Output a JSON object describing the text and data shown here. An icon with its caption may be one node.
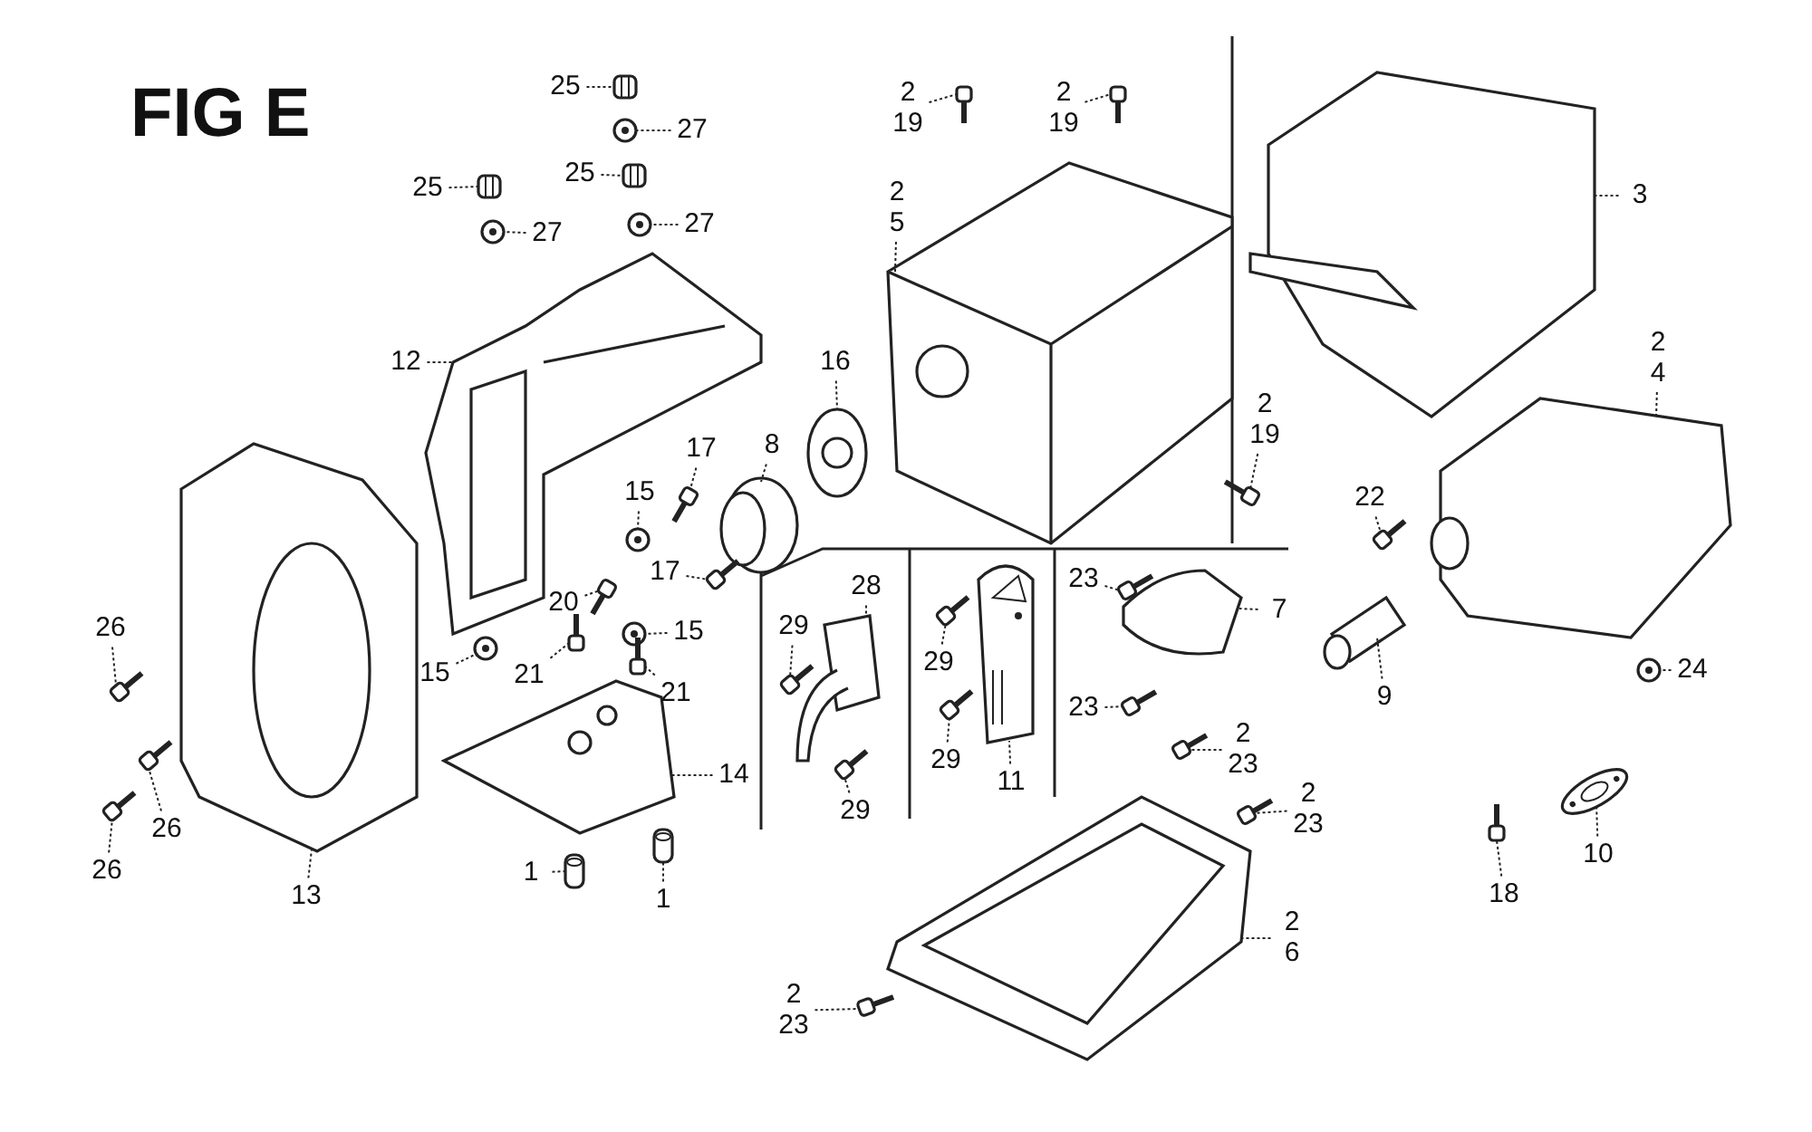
{
  "diagram": {
    "title": "FIG E",
    "nodes": [
      {
        "text": [
          "25"
        ]
      },
      {
        "text": [
          "27"
        ]
      },
      {
        "text": [
          "25"
        ]
      },
      {
        "text": [
          "25"
        ]
      },
      {
        "text": [
          "27"
        ]
      },
      {
        "text": [
          "27"
        ]
      },
      {
        "text": [
          "2 19"
        ]
      },
      {
        "text": [
          "2 19"
        ]
      },
      {
        "text": [
          "2 5"
        ]
      },
      {
        "text": [
          "3"
        ]
      },
      {
        "text": [
          "12"
        ]
      },
      {
        "text": [
          "16"
        ]
      },
      {
        "text": [
          "8"
        ]
      },
      {
        "text": [
          "2 19"
        ]
      },
      {
        "text": [
          "2 4"
        ]
      },
      {
        "text": [
          "17"
        ]
      },
      {
        "text": [
          "15"
        ]
      },
      {
        "text": [
          "17"
        ]
      },
      {
        "text": [
          "22"
        ]
      },
      {
        "text": [
          "20"
        ]
      },
      {
        "text": [
          "15"
        ]
      },
      {
        "text": [
          "23"
        ]
      },
      {
        "text": [
          "7"
        ]
      },
      {
        "text": [
          "29"
        ]
      },
      {
        "text": [
          "28"
        ]
      },
      {
        "text": [
          "29"
        ]
      },
      {
        "text": [
          "26"
        ]
      },
      {
        "text": [
          "15"
        ]
      },
      {
        "text": [
          "21"
        ]
      },
      {
        "text": [
          "21"
        ]
      },
      {
        "text": [
          "9"
        ]
      },
      {
        "text": [
          "23"
        ]
      },
      {
        "text": [
          "24"
        ]
      },
      {
        "text": [
          "29"
        ]
      },
      {
        "text": [
          "14"
        ]
      },
      {
        "text": [
          "29"
        ]
      },
      {
        "text": [
          "11"
        ]
      },
      {
        "text": [
          "26"
        ]
      },
      {
        "text": [
          "26"
        ]
      },
      {
        "text": [
          "1"
        ]
      },
      {
        "text": [
          "13"
        ]
      },
      {
        "text": [
          "1"
        ]
      },
      {
        "text": [
          "2 23"
        ]
      },
      {
        "text": [
          "2 23"
        ]
      },
      {
        "text": [
          "18"
        ]
      },
      {
        "text": [
          "10"
        ]
      },
      {
        "text": [
          "2 6"
        ]
      },
      {
        "text": [
          "2 23"
        ]
      },
      {
        "text": [],
        "shape": "picture"
      },
      {
        "text": [],
        "shape": "picture"
      },
      {
        "text": [],
        "shape": "picture"
      },
      {
        "text": [],
        "shape": "picture"
      },
      {
        "text": [],
        "shape": "picture"
      },
      {
        "text": [],
        "shape": "picture"
      },
      {
        "text": [],
        "shape": "picture"
      },
      {
        "text": [],
        "shape": "picture"
      },
      {
        "text": [],
        "shape": "picture"
      },
      {
        "text": [],
        "shape": "picture"
      },
      {
        "text": [],
        "shape": "picture"
      },
      {
        "text": [],
        "shape": "picture"
      },
      {
        "text": [],
        "shape": "picture"
      },
      {
        "text": [],
        "shape": "picture"
      },
      {
        "text": [],
        "shape": "picture"
      },
      {
        "text": [],
        "shape": "picture"
      },
      {
        "text": [],
        "shape": "picture"
      },
      {
        "text": [],
        "shape": "picture"
      },
      {
        "text": [],
        "shape": "picture"
      },
      {
        "text": [],
        "shape": "picture"
      },
      {
        "text": [],
        "shape": "picture"
      },
      {
        "text": [],
        "shape": "picture"
      },
      {
        "text": [],
        "shape": "picture"
      },
      {
        "text": [],
        "shape": "picture"
      },
      {
        "text": [],
        "shape": "picture"
      },
      {
        "text": [],
        "shape": "picture"
      },
      {
        "text": [],
        "shape": "picture"
      },
      {
        "text": [],
        "shape": "picture"
      },
      {
        "text": [],
        "shape": "picture"
      },
      {
        "text": [],
        "shape": "picture"
      },
      {
        "text": [],
        "shape": "picture"
      },
      {
        "text": [],
        "shape": "picture"
      },
      {
        "text": [],
        "shape": "picture"
      },
      {
        "text": [],
        "shape": "picture"
      },
      {
        "text": [],
        "shape": "picture"
      },
      {
        "text": [],
        "shape": "picture"
      },
      {
        "text": [],
        "shape": "picture"
      },
      {
        "text": [],
        "shape": "picture"
      },
      {
        "text": [],
        "shape": "picture"
      },
      {
        "text": [],
        "shape": "picture"
      },
      {
        "text": [],
        "shape": "picture"
      },
      {
        "text": [],
        "shape": "picture"
      },
      {
        "text": [],
        "shape": "picture"
      },
      {
        "text": [],
        "shape": "picture"
      },
      {
        "text": [],
        "shape": "picture"
      },
      {
        "text": [],
        "shape": "picture"
      },
      {
        "text": [],
        "shape": "picture"
      },
      {
        "text": [],
        "shape": "picture"
      }
    ],
    "edges": [
      {
        "from": 0,
        "to": 48,
        "arrow": "none"
      },
      {
        "from": 1,
        "to": 49,
        "arrow": "none"
      },
      {
        "from": 2,
        "to": 50,
        "arrow": "none"
      },
      {
        "from": 3,
        "to": 51,
        "arrow": "none"
      },
      {
        "from": 4,
        "to": 52,
        "arrow": "none"
      },
      {
        "from": 5,
        "to": 53,
        "arrow": "none"
      },
      {
        "from": 6,
        "to": 54,
        "arrow": "none"
      },
      {
        "from": 7,
        "to": 55,
        "arrow": "none"
      },
      {
        "from": 8,
        "to": 56,
        "arrow": "none"
      },
      {
        "from": 9,
        "to": 57,
        "arrow": "none"
      },
      {
        "from": 10,
        "to": 58,
        "arrow": "none"
      },
      {
        "from": 11,
        "to": 59,
        "arrow": "none"
      },
      {
        "from": 12,
        "to": 60,
        "arrow": "none"
      },
      {
        "from": 13,
        "to": 61,
        "arrow": "none"
      },
      {
        "from": 14,
        "to": 62,
        "arrow": "none"
      },
      {
        "from": 15,
        "to": 63,
        "arrow": "none"
      },
      {
        "from": 16,
        "to": 64,
        "arrow": "none"
      },
      {
        "from": 17,
        "to": 65,
        "arrow": "none"
      },
      {
        "from": 18,
        "to": 66,
        "arrow": "none"
      },
      {
        "from": 19,
        "to": 67,
        "arrow": "none"
      },
      {
        "from": 20,
        "to": 68,
        "arrow": "none"
      },
      {
        "from": 21,
        "to": 69,
        "arrow": "none"
      },
      {
        "from": 22,
        "to": 70,
        "arrow": "none"
      },
      {
        "from": 23,
        "to": 71,
        "arrow": "none"
      },
      {
        "from": 24,
        "to": 72,
        "arrow": "none"
      },
      {
        "from": 25,
        "to": 73,
        "arrow": "none"
      },
      {
        "from": 26,
        "to": 74,
        "arrow": "none"
      },
      {
        "from": 27,
        "to": 75,
        "arrow": "none"
      },
      {
        "from": 28,
        "to": 76,
        "arrow": "none"
      },
      {
        "from": 29,
        "to": 77,
        "arrow": "none"
      },
      {
        "from": 30,
        "to": 78,
        "arrow": "none"
      },
      {
        "from": 31,
        "to": 79,
        "arrow": "none"
      },
      {
        "from": 32,
        "to": 80,
        "arrow": "none"
      },
      {
        "from": 33,
        "to": 81,
        "arrow": "none"
      },
      {
        "from": 34,
        "to": 82,
        "arrow": "none"
      },
      {
        "from": 35,
        "to": 83,
        "arrow": "none"
      },
      {
        "from": 36,
        "to": 84,
        "arrow": "none"
      },
      {
        "from": 37,
        "to": 85,
        "arrow": "none"
      },
      {
        "from": 38,
        "to": 86,
        "arrow": "none"
      },
      {
        "from": 39,
        "to": 87,
        "arrow": "none"
      },
      {
        "from": 40,
        "to": 88,
        "arrow": "none"
      },
      {
        "from": 41,
        "to": 89,
        "arrow": "none"
      },
      {
        "from": 42,
        "to": 90,
        "arrow": "none"
      },
      {
        "from": 43,
        "to": 91,
        "arrow": "none"
      },
      {
        "from": 44,
        "to": 92,
        "arrow": "none"
      },
      {
        "from": 45,
        "to": 93,
        "arrow": "none"
      },
      {
        "from": 46,
        "to": 94,
        "arrow": "none"
      },
      {
        "from": 47,
        "to": 95,
        "arrow": "none"
      }
    ]
  }
}
